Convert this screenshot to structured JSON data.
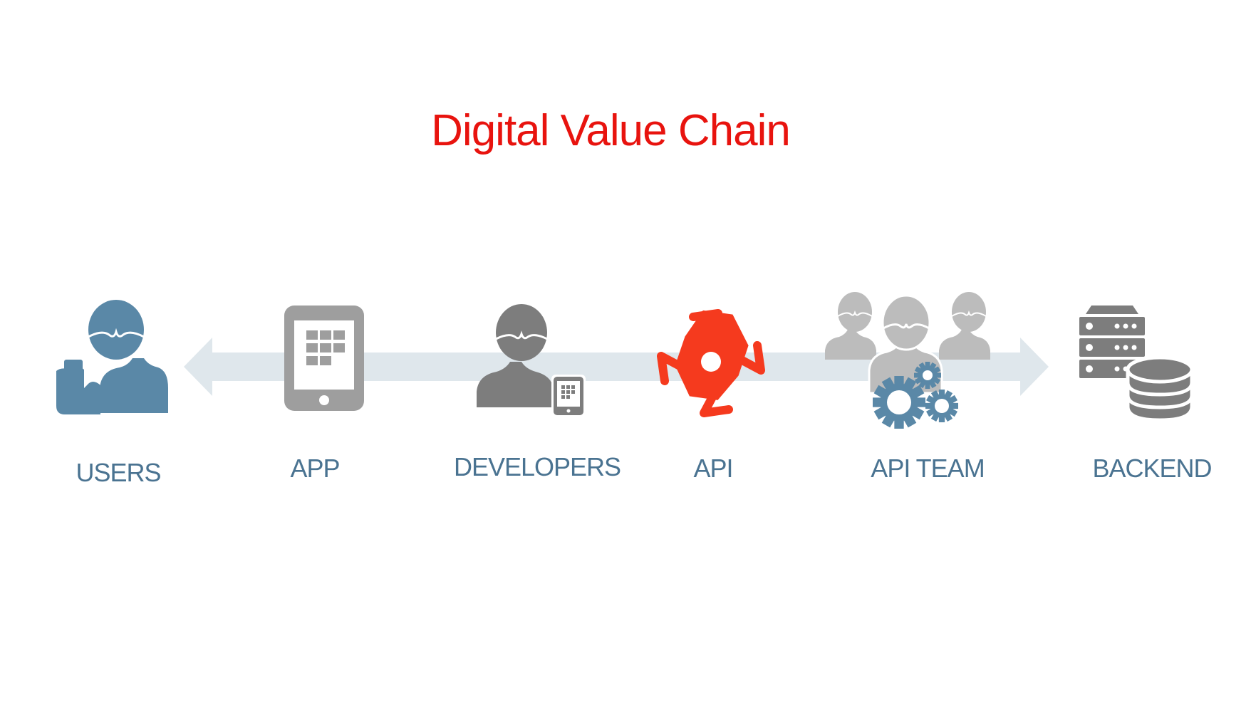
{
  "title": "Digital Value Chain",
  "colors": {
    "title": "#e8130e",
    "label": "#4a7391",
    "users_icon": "#5a88a7",
    "gray_dark": "#7d7d7d",
    "gray_mid": "#9e9e9e",
    "gray_light": "#bcbcbc",
    "api_red": "#f53a1e",
    "gear_blue": "#5a88a7",
    "arrow": "#dfe7ec"
  },
  "nodes": [
    {
      "id": "users",
      "label": "USERS",
      "icon": "user-with-phone-icon"
    },
    {
      "id": "app",
      "label": "APP",
      "icon": "tablet-icon"
    },
    {
      "id": "developers",
      "label": "DEVELOPERS",
      "icon": "developer-with-tablet-icon"
    },
    {
      "id": "api",
      "label": "API",
      "icon": "api-logo-icon"
    },
    {
      "id": "api_team",
      "label": "API TEAM",
      "icon": "team-with-gears-icon"
    },
    {
      "id": "backend",
      "label": "BACKEND",
      "icon": "server-database-icon"
    }
  ]
}
